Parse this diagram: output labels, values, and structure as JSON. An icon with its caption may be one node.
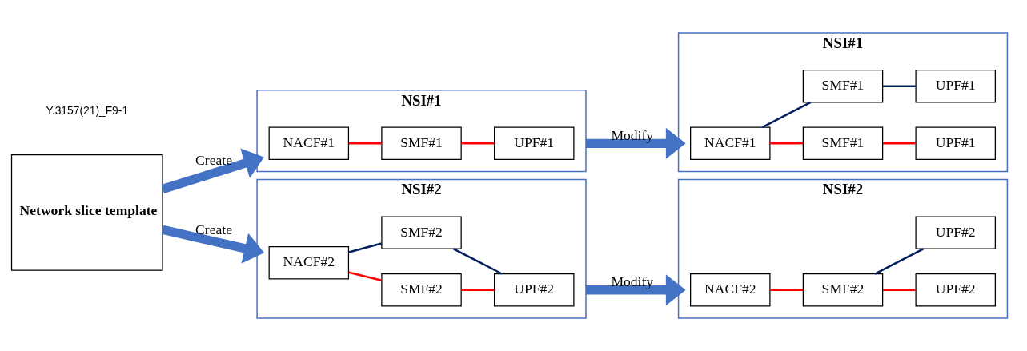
{
  "diagram": {
    "nodes": [
      {
        "text": [
          "Network slice template"
        ]
      },
      {
        "text": [
          "NSI#1"
        ]
      },
      {
        "text": [
          "NACF#1"
        ],
        "in": 1
      },
      {
        "text": [
          "SMF#1"
        ],
        "in": 1
      },
      {
        "text": [
          "UPF#1"
        ],
        "in": 1
      },
      {
        "text": [
          "NSI#1"
        ]
      },
      {
        "text": [
          "NACF#1"
        ],
        "in": 5
      },
      {
        "text": [
          "SMF#1"
        ],
        "in": 5
      },
      {
        "text": [
          "UPF#1"
        ],
        "in": 5
      },
      {
        "text": [
          "SMF#1"
        ],
        "in": 5
      },
      {
        "text": [
          "UPF#1"
        ],
        "in": 5
      },
      {
        "text": [
          "NSI#2"
        ]
      },
      {
        "text": [
          "NACF#2"
        ],
        "in": 11
      },
      {
        "text": [
          "SMF#2"
        ],
        "in": 11
      },
      {
        "text": [
          "UPF#2"
        ],
        "in": 11
      },
      {
        "text": [
          "SMF#2"
        ],
        "in": 11
      },
      {
        "text": [
          "NSI#2"
        ]
      },
      {
        "text": [
          "NACF#2"
        ],
        "in": 16
      },
      {
        "text": [
          "SMF#2"
        ],
        "in": 16
      },
      {
        "text": [
          "UPF#2"
        ],
        "in": 16
      },
      {
        "text": [
          "UPF#2"
        ],
        "in": 16
      }
    ],
    "edges": [
      {
        "from": 0,
        "to": 1,
        "arrow": "to",
        "label": "Create",
        "style": "thick",
        "color": "#4472c4"
      },
      {
        "from": 0,
        "to": 11,
        "arrow": "to",
        "label": "Create",
        "style": "thick",
        "color": "#4472c4"
      },
      {
        "from": 1,
        "to": 5,
        "arrow": "to",
        "label": "Modify",
        "style": "thick",
        "color": "#4472c4"
      },
      {
        "from": 11,
        "to": 16,
        "arrow": "to",
        "label": "Modify",
        "style": "thick",
        "color": "#4472c4"
      },
      {
        "from": 2,
        "to": 3,
        "arrow": "none"
      },
      {
        "from": 3,
        "to": 4,
        "arrow": "none"
      },
      {
        "from": 6,
        "to": 7,
        "arrow": "none"
      },
      {
        "from": 7,
        "to": 8,
        "arrow": "none"
      },
      {
        "from": 6,
        "to": 9,
        "arrow": "none",
        "color": "#002060"
      },
      {
        "from": 9,
        "to": 10,
        "arrow": "none",
        "color": "#002060"
      },
      {
        "from": 12,
        "to": 13,
        "arrow": "none"
      },
      {
        "from": 13,
        "to": 14,
        "arrow": "none"
      },
      {
        "from": 12,
        "to": 15,
        "arrow": "none",
        "color": "#002060"
      },
      {
        "from": 15,
        "to": 14,
        "arrow": "none",
        "color": "#002060"
      },
      {
        "from": 17,
        "to": 18,
        "arrow": "none"
      },
      {
        "from": 18,
        "to": 19,
        "arrow": "none"
      },
      {
        "from": 18,
        "to": 20,
        "arrow": "none",
        "color": "#002060"
      }
    ],
    "labels": [
      "Y.3157(21)_F9-1"
    ]
  }
}
